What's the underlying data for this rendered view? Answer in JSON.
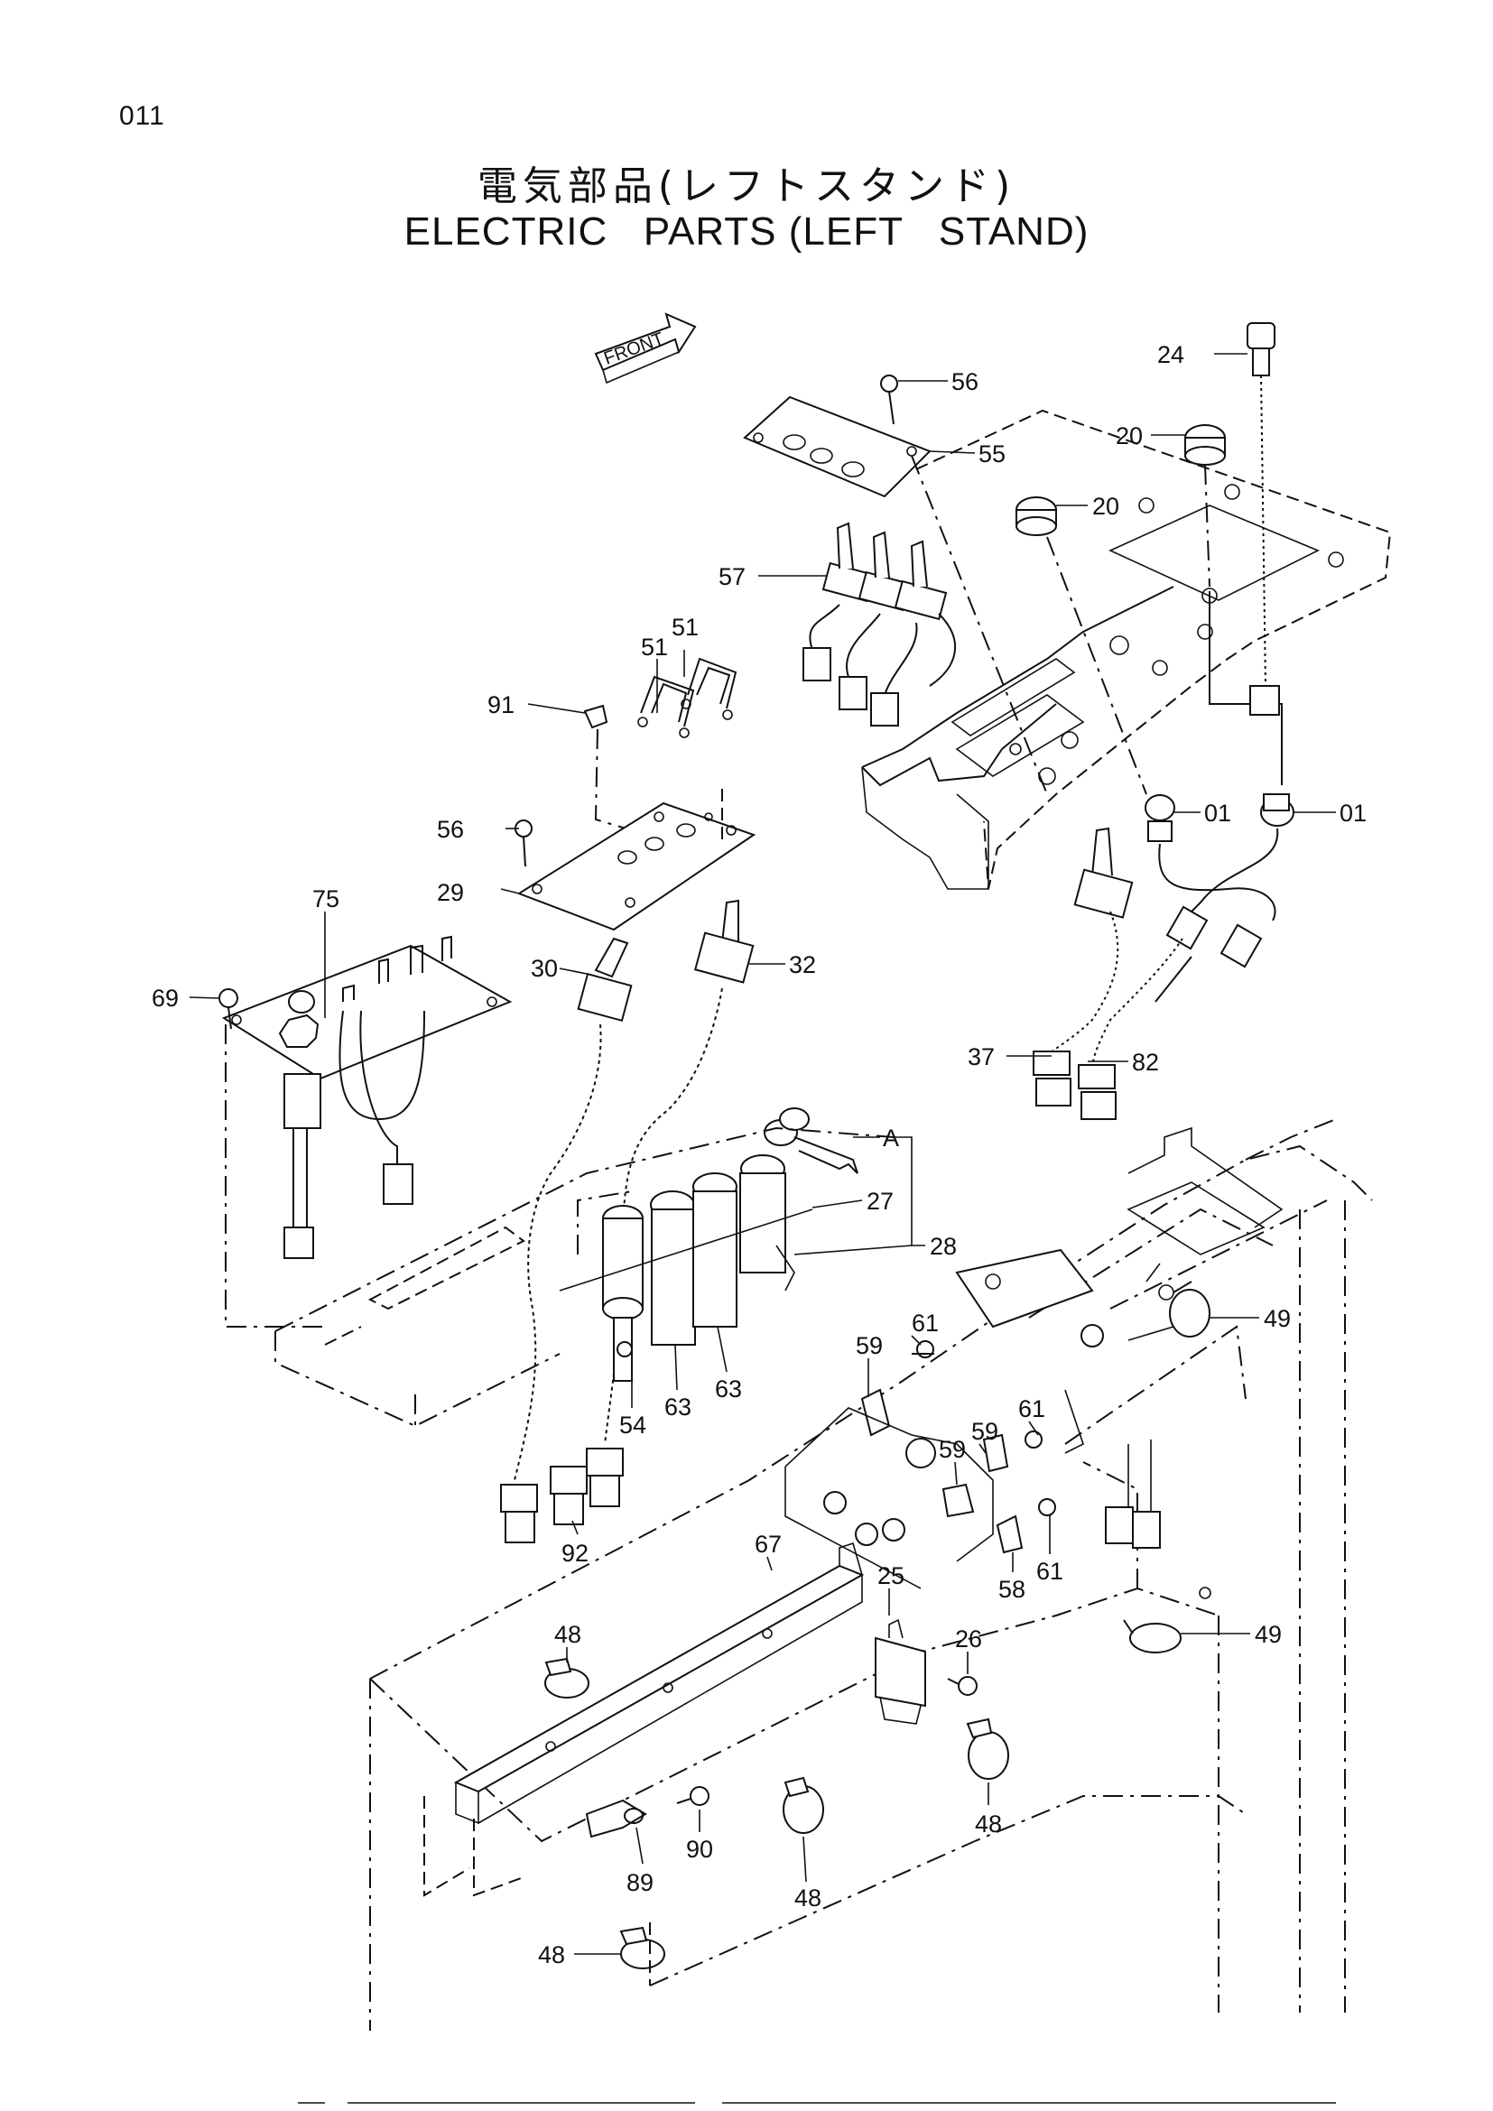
{
  "page_number": "011",
  "title_jp": "電気部品(レフトスタンド)",
  "title_en": "ELECTRIC   PARTS (LEFT   STAND)",
  "front_marker": "FRONT",
  "callouts": [
    {
      "id": "c-56-top",
      "label": "56"
    },
    {
      "id": "c-55",
      "label": "55"
    },
    {
      "id": "c-24",
      "label": "24"
    },
    {
      "id": "c-20-a",
      "label": "20"
    },
    {
      "id": "c-20-b",
      "label": "20"
    },
    {
      "id": "c-57",
      "label": "57"
    },
    {
      "id": "c-51-a",
      "label": "51"
    },
    {
      "id": "c-51-b",
      "label": "51"
    },
    {
      "id": "c-91",
      "label": "91"
    },
    {
      "id": "c-56-mid",
      "label": "56"
    },
    {
      "id": "c-29",
      "label": "29"
    },
    {
      "id": "c-01-a",
      "label": "01"
    },
    {
      "id": "c-01-b",
      "label": "01"
    },
    {
      "id": "c-75",
      "label": "75"
    },
    {
      "id": "c-30",
      "label": "30"
    },
    {
      "id": "c-32",
      "label": "32"
    },
    {
      "id": "c-69",
      "label": "69"
    },
    {
      "id": "c-37",
      "label": "37"
    },
    {
      "id": "c-82",
      "label": "82"
    },
    {
      "id": "c-A",
      "label": "A"
    },
    {
      "id": "c-27",
      "label": "27"
    },
    {
      "id": "c-28",
      "label": "28"
    },
    {
      "id": "c-49-a",
      "label": "49"
    },
    {
      "id": "c-61-a",
      "label": "61"
    },
    {
      "id": "c-59-a",
      "label": "59"
    },
    {
      "id": "c-61-b",
      "label": "61"
    },
    {
      "id": "c-59-b",
      "label": "59"
    },
    {
      "id": "c-59-c",
      "label": "59"
    },
    {
      "id": "c-54",
      "label": "54"
    },
    {
      "id": "c-63-a",
      "label": "63"
    },
    {
      "id": "c-63-b",
      "label": "63"
    },
    {
      "id": "c-61-c",
      "label": "61"
    },
    {
      "id": "c-58",
      "label": "58"
    },
    {
      "id": "c-92",
      "label": "92"
    },
    {
      "id": "c-67",
      "label": "67"
    },
    {
      "id": "c-25",
      "label": "25"
    },
    {
      "id": "c-26",
      "label": "26"
    },
    {
      "id": "c-48-a",
      "label": "48"
    },
    {
      "id": "c-49-b",
      "label": "49"
    },
    {
      "id": "c-48-b",
      "label": "48"
    },
    {
      "id": "c-90",
      "label": "90"
    },
    {
      "id": "c-89",
      "label": "89"
    },
    {
      "id": "c-48-c",
      "label": "48"
    },
    {
      "id": "c-48-d",
      "label": "48"
    }
  ]
}
